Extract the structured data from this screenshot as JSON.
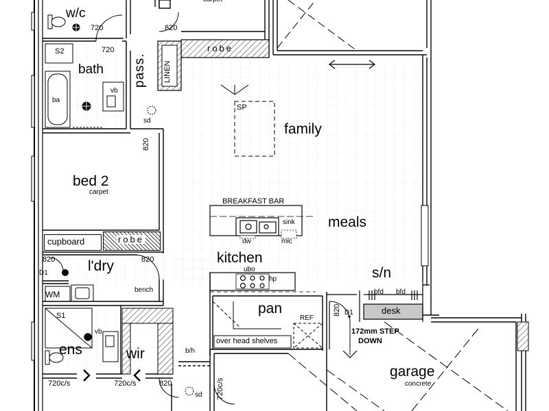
{
  "rooms": {
    "wc": "w/c",
    "bath": "bath",
    "pass": "pass.",
    "linen": "LINEN",
    "robe_top": "robe",
    "family": "family",
    "bed2": "bed 2",
    "bed2_floor": "carpet",
    "top_floor": "carpet",
    "meals": "meals",
    "cupboard": "cupboard",
    "robe_bed2": "robe",
    "ldry": "l'dry",
    "kitchen": "kitchen",
    "sn": "s/n",
    "desk": "desk",
    "pan": "pan",
    "ens": "ens",
    "wir": "wir",
    "garage": "garage",
    "garage_floor": "concrete"
  },
  "fixtures": {
    "s2": "S2",
    "ba": "ba",
    "vb_bath": "vb",
    "sd_top": "sd",
    "sp": "SP",
    "breakfast_bar": "BREAKFAST BAR",
    "sink": "sink",
    "dw": "dw",
    "mic": "mic",
    "d1_ldry": "D1",
    "wm": "WM",
    "bench": "bench",
    "ubo": "ubo",
    "hp": "hp",
    "bfd_left": "bfd",
    "bfd_right": "bfd",
    "ref": "REF",
    "d1_garage": "D1",
    "overhead_shelves": "over head shelves",
    "s1": "S1",
    "vb_ens": "vb",
    "bh": "b/h",
    "sd_bottom": "sd"
  },
  "dimensions": {
    "wc_door": "720",
    "linen_door": "820",
    "bath_door": "720",
    "bed2_door": "820",
    "ldry_door_left": "820",
    "ldry_door_right": "820",
    "garage_door": "820",
    "ens_cs": "720c/s",
    "wir_cs": "720c/s",
    "bottom_door": "820",
    "hall_cs": "720c/s"
  },
  "notes": {
    "step_line1": "172mm STEP",
    "step_line2": "DOWN"
  }
}
